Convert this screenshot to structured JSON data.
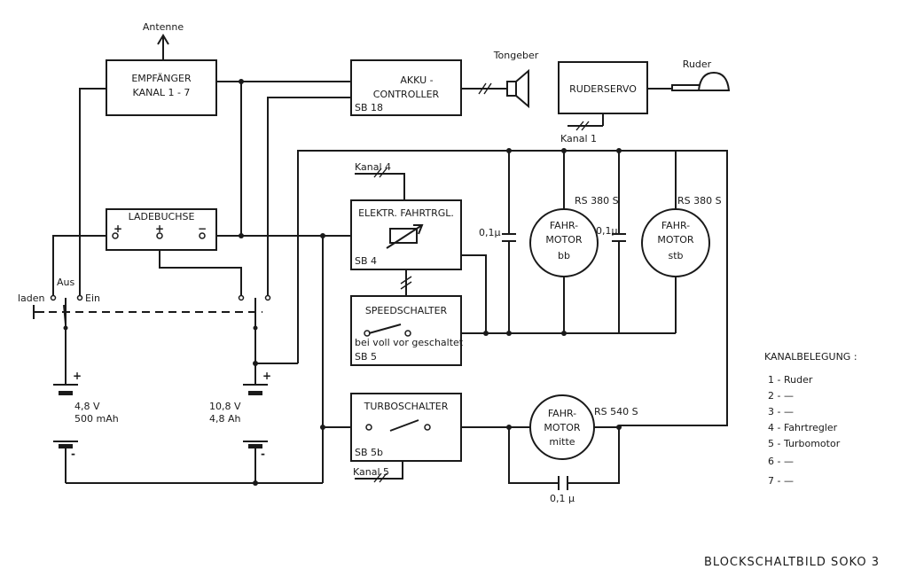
{
  "title": "BLOCKSCHALTBILD SOKO 3",
  "blocks": {
    "receiver": {
      "line1": "EMPFÄNGER",
      "line2": "KANAL 1 - 7"
    },
    "antenna": "Antenne",
    "akku": {
      "line1": "AKKU -",
      "line2": "CONTROLLER",
      "code": "SB 18"
    },
    "speaker": "Tongeber",
    "ruderservo": "RUDERSERVO",
    "rudder": "Ruder",
    "kanal1": "Kanal 1",
    "ladebuchse": "LADEBUCHSE",
    "fahrtregler": {
      "label": "ELEKTR. FAHRTRGL.",
      "code": "SB 4",
      "kanal": "Kanal 4"
    },
    "speed": {
      "label": "SPEEDSCHALTER",
      "note": "bei voll vor geschaltet",
      "code": "SB 5"
    },
    "turbo": {
      "label": "TURBOSCHALTER",
      "code": "SB 5b",
      "kanal": "Kanal 5"
    },
    "motor_bb": {
      "line1": "FAHR-",
      "line2": "MOTOR",
      "line3": "bb",
      "type": "RS 380 S"
    },
    "motor_stb": {
      "line1": "FAHR-",
      "line2": "MOTOR",
      "line3": "stb",
      "type": "RS 380 S"
    },
    "motor_mitte": {
      "line1": "FAHR-",
      "line2": "MOTOR",
      "line3": "mitte",
      "type": "RS 540 S"
    },
    "cap1": "0,1µ",
    "cap2": "0,1µ",
    "cap3": "0,1 µ",
    "battery_small": {
      "line1": "4,8 V",
      "line2": "500 mAh"
    },
    "battery_big": {
      "line1": "10,8 V",
      "line2": "4,8 Ah"
    },
    "switch": {
      "laden": "laden",
      "aus": "Aus",
      "ein": "Ein"
    }
  },
  "kanalbelegung": {
    "title": "KANALBELEGUNG :",
    "items": [
      "1 - Ruder",
      "2 - —",
      "3 - —",
      "4 - Fahrtregler",
      "5 - Turbomotor",
      "6 - —",
      "7 - —"
    ]
  }
}
